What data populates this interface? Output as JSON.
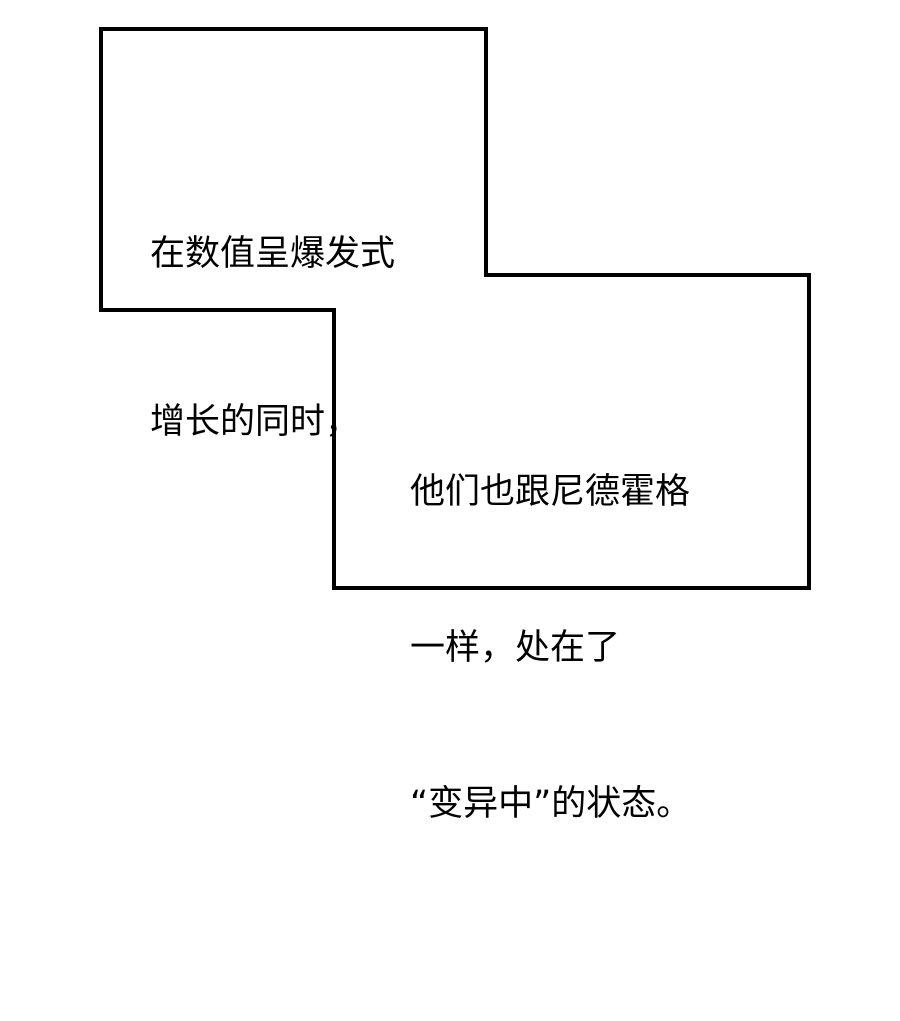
{
  "panel": {
    "caption_1": [
      "在数值呈爆发式",
      "增长的同时，"
    ],
    "caption_2": [
      "他们也跟尼德霍格",
      "一样，处在了",
      "“变异中”的状态。"
    ],
    "colors": {
      "background": "#ffffff",
      "border": "#000000",
      "text": "#000000"
    }
  }
}
